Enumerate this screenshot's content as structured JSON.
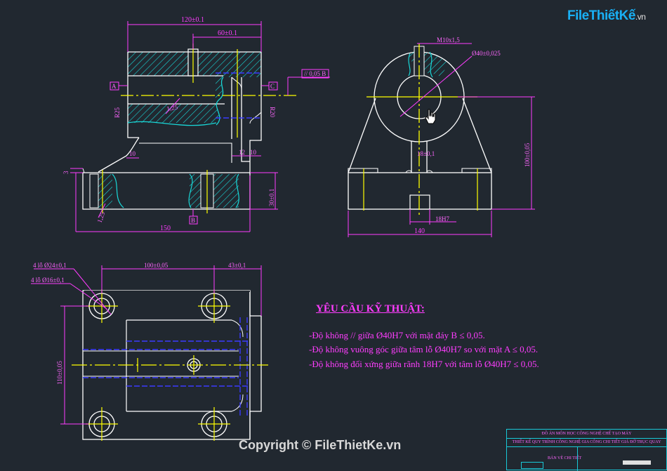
{
  "watermark": {
    "logo_brand": "FileThiếtKế",
    "logo_suffix": ".vn",
    "copyright": "Copyright © FileThietKe.vn"
  },
  "dims": {
    "d120": "120±0.1",
    "d60": "60±0.1",
    "tol_frame": "// 0,05 B",
    "datumA": "A",
    "datumC": "C",
    "datumB": "B",
    "r25": "R25",
    "r20": "R20",
    "r125": "1,25",
    "d10": "10",
    "d12": "12",
    "d10b": "10",
    "d3": "3",
    "d30": "30±0.1",
    "d150": "150",
    "r125b": "1,25",
    "m10": "M10x1,5",
    "phi40": "Ø40±0,025",
    "d100": "100±0,05",
    "d18": "18±0,1",
    "d18t": "18H7",
    "d140": "140",
    "holes24": "4 lỗ Ø24±0,1",
    "holes16": "4 lỗ Ø16±0,1",
    "d100b": "100±0,05",
    "d43": "43±0,1",
    "d110": "110±0,05"
  },
  "requirements": {
    "title": "YÊU CẦU KỸ THUẬT:",
    "lines": [
      "-Độ không // giữa Ø40H7 với mặt đáy B  ≤ 0,05.",
      "-Độ không vuông góc giữa  tâm lỗ Ø40H7 so với mặt A ≤  0,05.",
      "-Độ không đối xứng giữa rãnh 18H7 với tâm lỗ Ø40H7 ≤ 0,05."
    ]
  },
  "title_block": {
    "line1": "ĐỒ ÁN MÔN HỌC CÔNG NGHỆ CHẾ TẠO MÁY",
    "line2": "THIẾT KẾ QUY TRÌNH CÔNG NGHỆ GIA CÔNG CHI TIẾT GIÁ ĐỠ TRỤC QUAY",
    "line3": "BẢN VẼ CHI TIẾT"
  },
  "colors": {
    "background": "#212830",
    "outline": "#ffffff",
    "hatch": "#19d8d8",
    "center": "#ffff00",
    "hidden": "#3b3bff",
    "dimension": "#ff3dff"
  }
}
